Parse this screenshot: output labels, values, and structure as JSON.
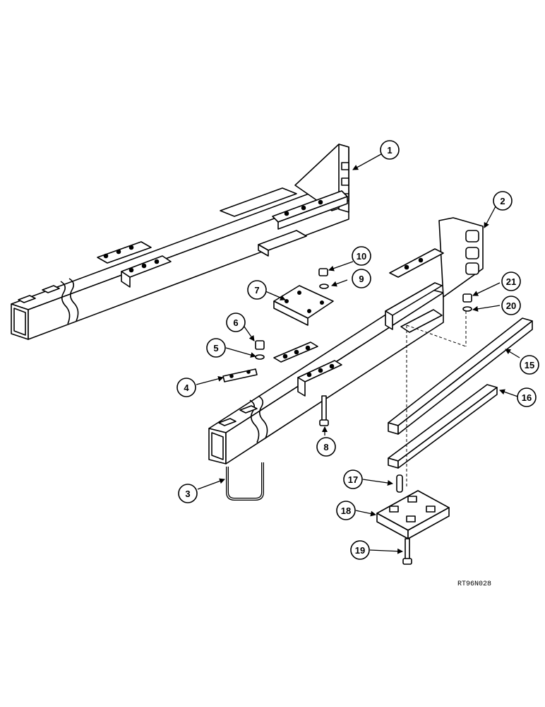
{
  "drawing_code": "RT96N028",
  "callouts": [
    {
      "label": "1"
    },
    {
      "label": "2"
    },
    {
      "label": "3"
    },
    {
      "label": "4"
    },
    {
      "label": "5"
    },
    {
      "label": "6"
    },
    {
      "label": "7"
    },
    {
      "label": "8"
    },
    {
      "label": "9"
    },
    {
      "label": "10"
    },
    {
      "label": "15"
    },
    {
      "label": "16"
    },
    {
      "label": "17"
    },
    {
      "label": "18"
    },
    {
      "label": "19"
    },
    {
      "label": "20"
    },
    {
      "label": "21"
    }
  ]
}
